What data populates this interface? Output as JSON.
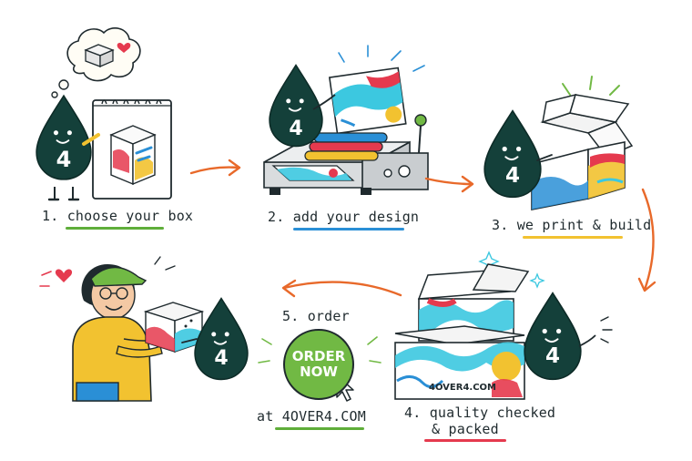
{
  "mascot": {
    "number": "4"
  },
  "steps": [
    {
      "label": "1. choose your box",
      "color": "#5fae3a"
    },
    {
      "label": "2. add your design",
      "color": "#2a8fd6"
    },
    {
      "label": "3. we print & build",
      "color": "#f2c230"
    },
    {
      "label": "4. quality checked",
      "label2": "& packed",
      "color": "#e53a4e"
    },
    {
      "label": "5. order"
    }
  ],
  "order_button": {
    "line1": "ORDER",
    "line2": "NOW"
  },
  "site": {
    "text": "at 4OVER4.COM",
    "color": "#5fae3a"
  },
  "box_brand": "4OVER4.COM",
  "colors": {
    "ink": "#1f2a2e",
    "mascot": "#14403a",
    "arrow": "#e8692a",
    "green": "#71b944",
    "blue": "#2a8fd6",
    "yellow": "#f2c230",
    "red": "#e53a4e",
    "cyan": "#3cc8e0"
  },
  "icons": [
    "cursor-icon",
    "heart-icon",
    "sparkle-icon",
    "thought-bubble-icon"
  ]
}
